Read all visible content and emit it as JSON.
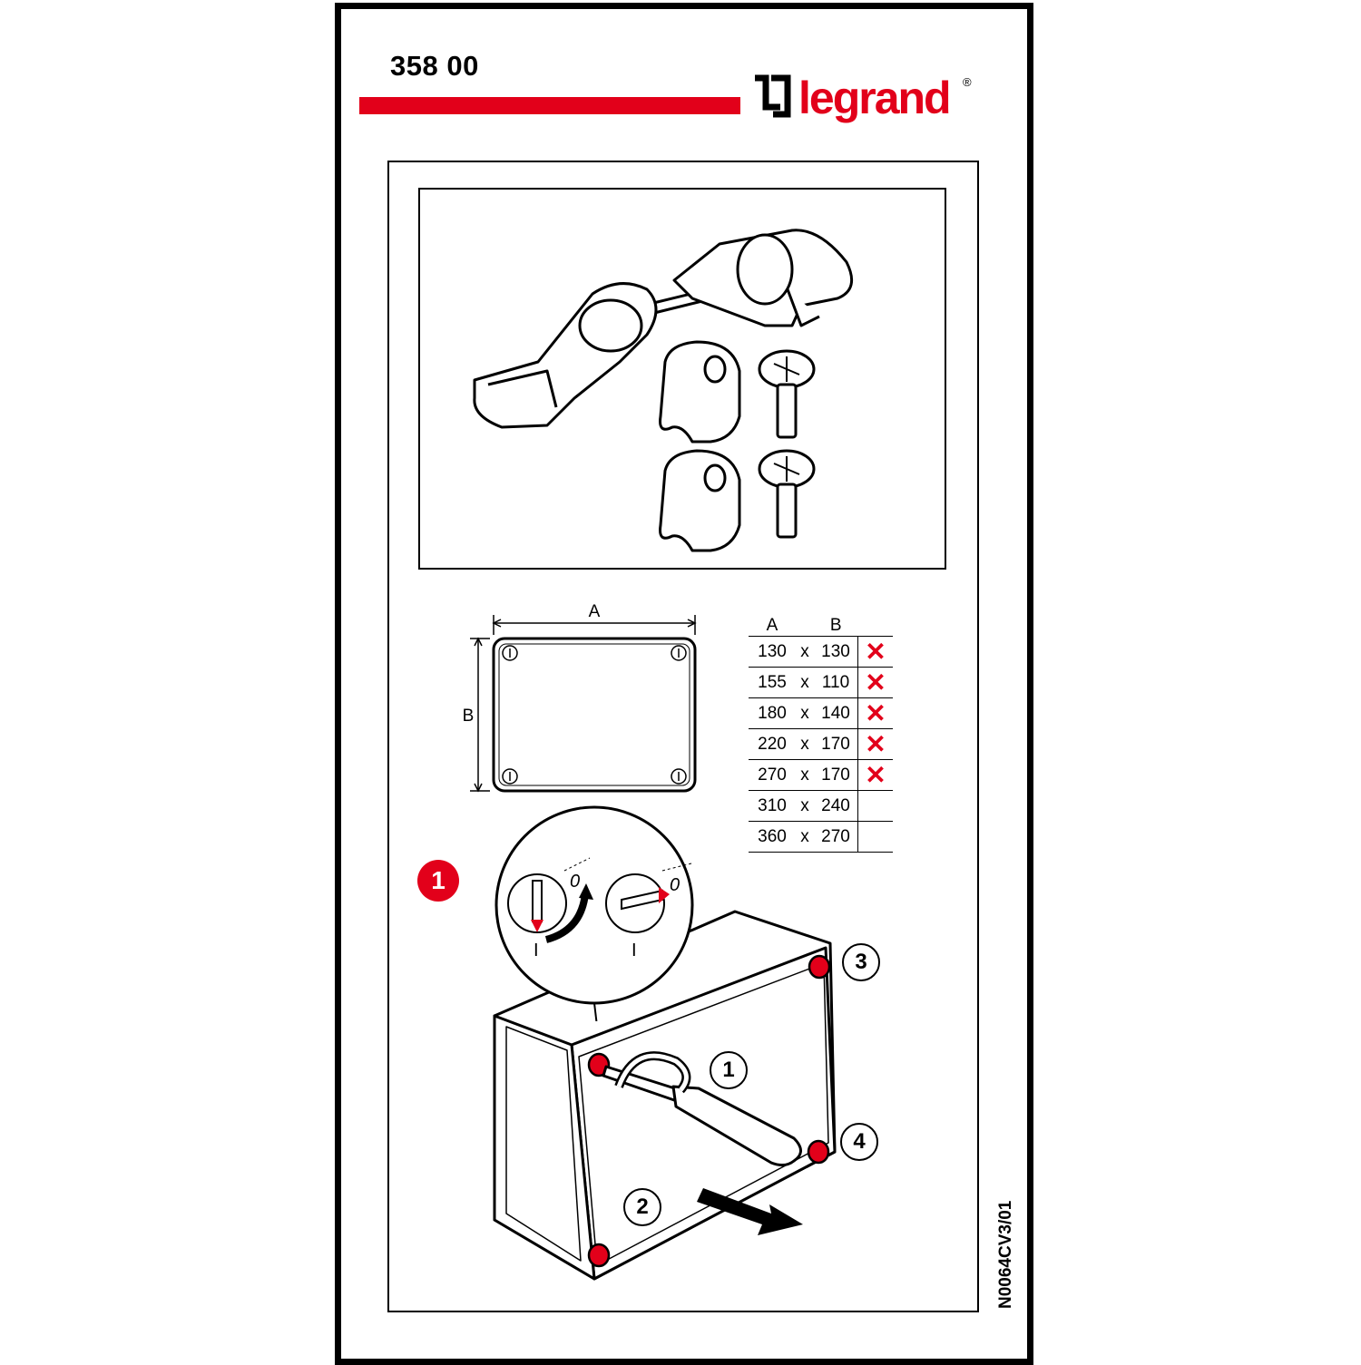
{
  "header": {
    "reference": "358 00",
    "brand": "legrand",
    "registered_mark": "®",
    "brand_color": "#e2001a"
  },
  "box_diagram": {
    "label_a": "A",
    "label_b": "B"
  },
  "dimensions_table": {
    "headers": [
      "A",
      "B"
    ],
    "separator": "x",
    "rows": [
      {
        "a": "130",
        "b": "130",
        "excluded": true
      },
      {
        "a": "155",
        "b": "110",
        "excluded": true
      },
      {
        "a": "180",
        "b": "140",
        "excluded": true
      },
      {
        "a": "220",
        "b": "170",
        "excluded": true
      },
      {
        "a": "270",
        "b": "170",
        "excluded": true
      },
      {
        "a": "310",
        "b": "240",
        "excluded": false
      },
      {
        "a": "360",
        "b": "270",
        "excluded": false
      }
    ],
    "excluded_mark": "✕"
  },
  "step": {
    "number": "1",
    "detail_labels": {
      "open": "0",
      "closed": "I"
    },
    "callouts": [
      "1",
      "2",
      "3",
      "4"
    ]
  },
  "footer": {
    "document_code": "N0064CV3/01"
  }
}
